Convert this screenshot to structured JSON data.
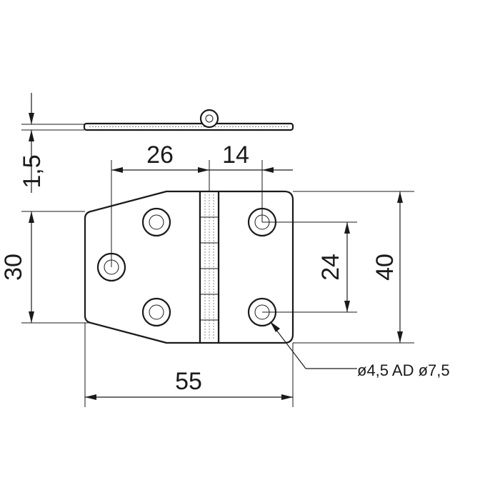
{
  "dimensions": {
    "thickness": "1,5",
    "hole_to_pin": "26",
    "pin_to_hole": "14",
    "left_height": "30",
    "hole_spacing": "24",
    "total_height": "40",
    "total_width": "55"
  },
  "note": {
    "hole_spec": "ø4,5  AD ø7,5"
  },
  "colors": {
    "line": "#1a1a1a",
    "background": "#ffffff"
  }
}
